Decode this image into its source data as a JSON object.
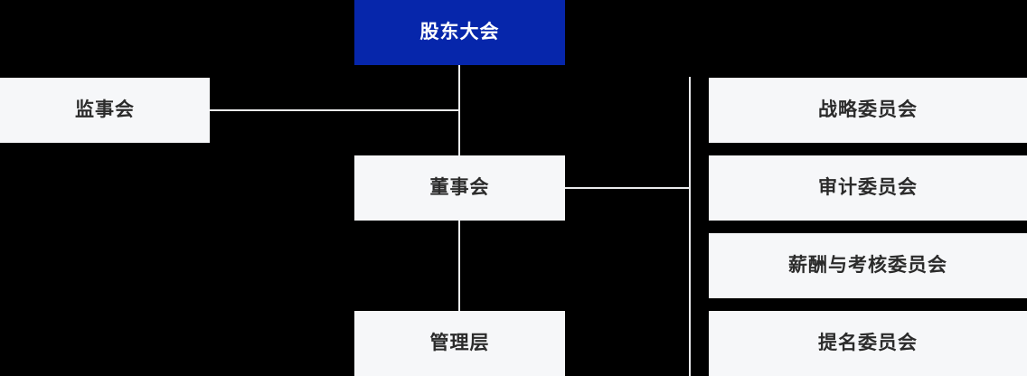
{
  "chart": {
    "type": "org-chart",
    "title": "",
    "background_color": "#000000",
    "accent_color": "#0626ab",
    "node_color": "#f6f7f9",
    "node_text_color": "#2b2b2b",
    "root_text_color": "#ffffff",
    "connector_color": "#e9eaec",
    "nodes": {
      "root": {
        "label": "股东大会",
        "level": 0
      },
      "supervisors": {
        "label": "监事会",
        "level": 1
      },
      "board": {
        "label": "董事会",
        "level": 1
      },
      "management": {
        "label": "管理层",
        "level": 2
      },
      "committee_strategy": {
        "label": "战略委员会",
        "level": 2
      },
      "committee_audit": {
        "label": "审计委员会",
        "level": 2
      },
      "committee_compensation": {
        "label": "薪酬与考核委员会",
        "level": 2
      },
      "committee_nomination": {
        "label": "提名委员会",
        "level": 2
      }
    },
    "edges": [
      {
        "from": "root",
        "to": "supervisors"
      },
      {
        "from": "root",
        "to": "board"
      },
      {
        "from": "board",
        "to": "management"
      },
      {
        "from": "board",
        "to": "committee_strategy"
      },
      {
        "from": "board",
        "to": "committee_audit"
      },
      {
        "from": "board",
        "to": "committee_compensation"
      },
      {
        "from": "board",
        "to": "committee_nomination"
      }
    ]
  }
}
